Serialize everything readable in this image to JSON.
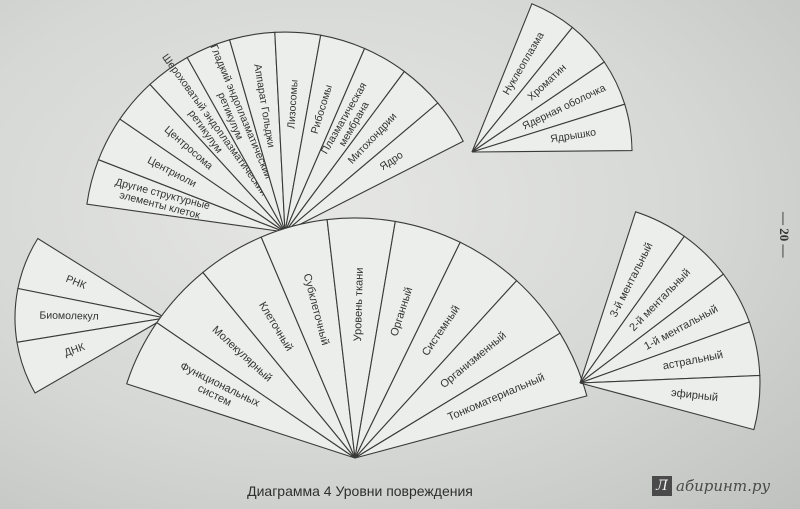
{
  "fans": [
    {
      "id": "cell-structures",
      "segments": [
        "Другие структурные элементы клеток",
        "Центриоли",
        "Центросома",
        "Шероховатый эндоплазматический ретикулум",
        "Гладкий эндоплазматический ретикулум",
        "Аппарат Гольджи",
        "Лизосомы",
        "Рибосомы",
        "Плазматическая мембрана",
        "Митохондрии",
        "Ядро"
      ]
    },
    {
      "id": "nucleus-structures",
      "segments": [
        "Нуклеоплазма",
        "Хроматин",
        "Ядерная оболочка",
        "Ядрышко"
      ]
    },
    {
      "id": "molecular",
      "segments": [
        "РНК",
        "Биомолекул",
        "ДНК"
      ]
    },
    {
      "id": "damage-levels",
      "segments": [
        "Функциональных систем",
        "Молекулярный",
        "Клеточный",
        "Субклеточный",
        "Уровень ткани",
        "Органный",
        "Системный",
        "Организменный",
        "Тонкоматериальный"
      ]
    },
    {
      "id": "subtle-bodies",
      "segments": [
        "3-й ментальный",
        "2-й ментальный",
        "1-й ментальный",
        "астральный",
        "эфирный"
      ]
    }
  ],
  "caption": "Диаграмма 4  Уровни повреждения",
  "page_number": "— 20 —",
  "watermark": {
    "logo": "Л",
    "text": "абиринт.ру"
  }
}
